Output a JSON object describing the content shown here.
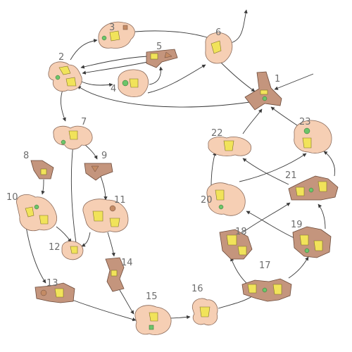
{
  "diagram": {
    "nodes": [
      {
        "id": "1",
        "label": "1"
      },
      {
        "id": "2",
        "label": "2"
      },
      {
        "id": "3",
        "label": "3"
      },
      {
        "id": "4",
        "label": "4"
      },
      {
        "id": "5",
        "label": "5"
      },
      {
        "id": "6",
        "label": "6"
      },
      {
        "id": "7",
        "label": "7"
      },
      {
        "id": "8",
        "label": "8"
      },
      {
        "id": "9",
        "label": "9"
      },
      {
        "id": "10",
        "label": "10"
      },
      {
        "id": "11",
        "label": "11"
      },
      {
        "id": "12",
        "label": "12"
      },
      {
        "id": "13",
        "label": "13"
      },
      {
        "id": "14",
        "label": "14"
      },
      {
        "id": "15",
        "label": "15"
      },
      {
        "id": "16",
        "label": "16"
      },
      {
        "id": "17",
        "label": "17"
      },
      {
        "id": "18",
        "label": "18"
      },
      {
        "id": "19",
        "label": "19"
      },
      {
        "id": "20",
        "label": "20"
      },
      {
        "id": "21",
        "label": "21"
      },
      {
        "id": "22",
        "label": "22"
      },
      {
        "id": "23",
        "label": "23"
      }
    ],
    "edges": [
      {
        "from": "2",
        "to": "3"
      },
      {
        "from": "2",
        "to": "4"
      },
      {
        "from": "5",
        "to": "2"
      },
      {
        "from": "4",
        "to": "5"
      },
      {
        "from": "3",
        "to": "6"
      },
      {
        "from": "4",
        "to": "6"
      },
      {
        "from": "6",
        "to": "1"
      },
      {
        "from": "1",
        "to": "2"
      },
      {
        "from": "2",
        "to": "7"
      },
      {
        "from": "7",
        "to": "9"
      },
      {
        "from": "9",
        "to": "11"
      },
      {
        "from": "8",
        "to": "10"
      },
      {
        "from": "10",
        "to": "12"
      },
      {
        "from": "10",
        "to": "13"
      },
      {
        "from": "12",
        "to": "7"
      },
      {
        "from": "11",
        "to": "12"
      },
      {
        "from": "11",
        "to": "14"
      },
      {
        "from": "13",
        "to": "15"
      },
      {
        "from": "14",
        "to": "15"
      },
      {
        "from": "15",
        "to": "16"
      },
      {
        "from": "16",
        "to": "17"
      },
      {
        "from": "17",
        "to": "18"
      },
      {
        "from": "17",
        "to": "19"
      },
      {
        "from": "18",
        "to": "21"
      },
      {
        "from": "19",
        "to": "20"
      },
      {
        "from": "19",
        "to": "21"
      },
      {
        "from": "20",
        "to": "22"
      },
      {
        "from": "20",
        "to": "23"
      },
      {
        "from": "21",
        "to": "22"
      },
      {
        "from": "21",
        "to": "23"
      },
      {
        "from": "22",
        "to": "1"
      },
      {
        "from": "23",
        "to": "1"
      }
    ]
  }
}
